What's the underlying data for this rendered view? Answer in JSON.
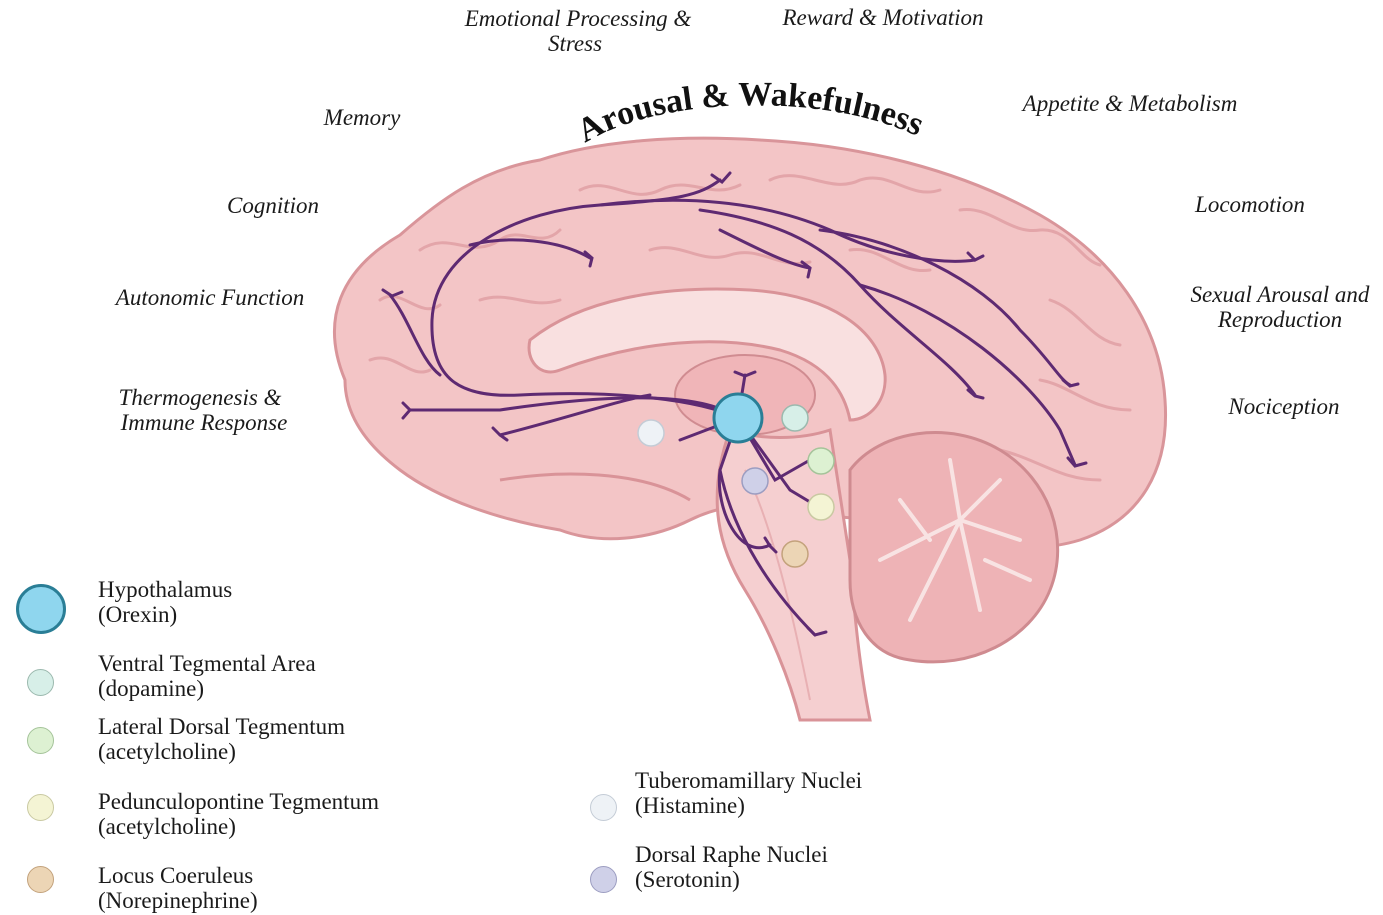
{
  "title": "Arousal & Wakefulness",
  "functions": {
    "emotional": [
      "Emotional Processing &",
      "Stress"
    ],
    "reward": "Reward & Motivation",
    "memory": "Memory",
    "appetite": "Appetite & Metabolism",
    "cognition": "Cognition",
    "locomotion": "Locomotion",
    "autonomic": "Autonomic Function",
    "sexual": [
      "Sexual Arousal and",
      "Reproduction"
    ],
    "thermo": [
      "Thermogenesis &",
      "Immune Response"
    ],
    "nociception": "Nociception"
  },
  "legend": [
    {
      "id": "hypothalamus",
      "line1": "Hypothalamus",
      "line2": "(Orexin)",
      "color": "#8fd6ee",
      "border": "#2a7e96"
    },
    {
      "id": "vta",
      "line1": "Ventral Tegmental Area",
      "line2": "(dopamine)",
      "color": "#d7efe8",
      "border": "#9bb9ae"
    },
    {
      "id": "ldt",
      "line1": "Lateral Dorsal Tegmentum",
      "line2": "(acetylcholine)",
      "color": "#ddf1d2",
      "border": "#a5c49a"
    },
    {
      "id": "ppt",
      "line1": "Pedunculopontine Tegmentum",
      "line2": "(acetylcholine)",
      "color": "#f4f4d4",
      "border": "#c9c9a2"
    },
    {
      "id": "lc",
      "line1": "Locus Coeruleus",
      "line2": "(Norepinephrine)",
      "color": "#ecd5b5",
      "border": "#c3a27c"
    },
    {
      "id": "tmn",
      "line1": "Tuberomamillary Nuclei",
      "line2": "(Histamine)",
      "color": "#eef2f6",
      "border": "#c4ccd6"
    },
    {
      "id": "drn",
      "line1": "Dorsal Raphe Nuclei",
      "line2": "(Serotonin)",
      "color": "#cfd0e8",
      "border": "#9c9dc1"
    }
  ],
  "colors": {
    "pathway": "#5e2a72",
    "brain": "#f1c2c4",
    "brain_dark": "#d99398",
    "brain_light": "#f8dcdc"
  }
}
